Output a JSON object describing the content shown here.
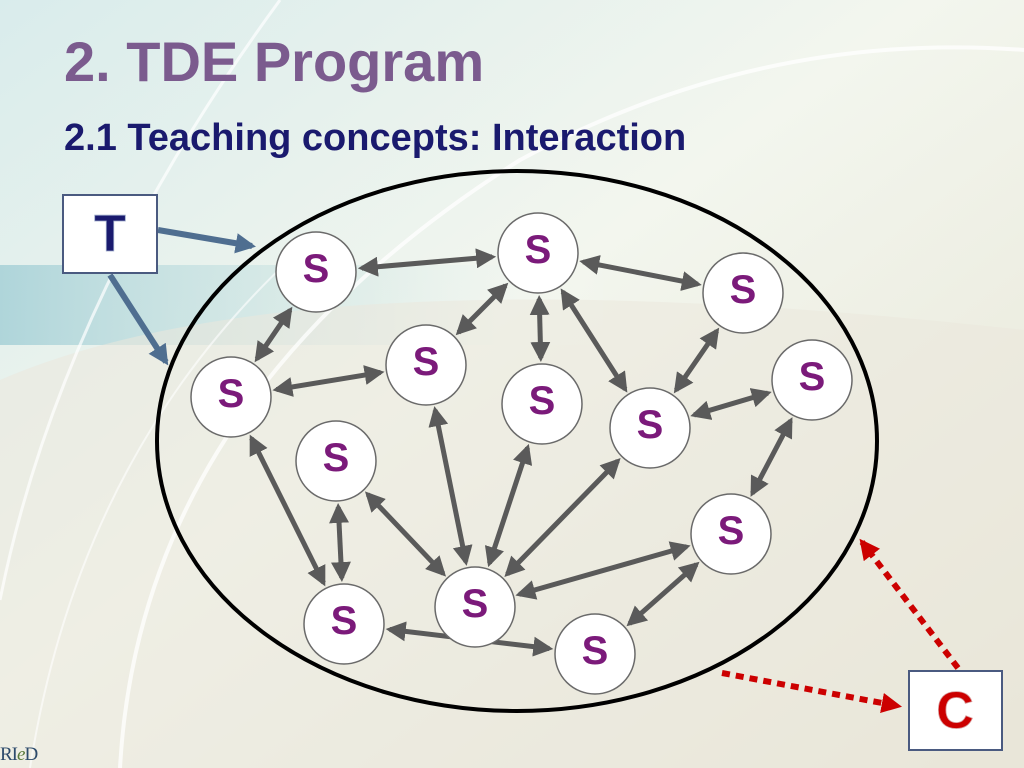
{
  "slide": {
    "title": "2. TDE Program",
    "subtitle": "2.1 Teaching concepts: Interaction",
    "logo": {
      "part1": "RI",
      "part2": "e",
      "part3": "D"
    }
  },
  "teacher": {
    "label": "T"
  },
  "context": {
    "label": "C"
  },
  "student_label": "S",
  "colors": {
    "title": "#7b5b8e",
    "subtitle": "#1a1a6e",
    "student_text": "#7b1a7a",
    "teacher_text": "#1a1a6e",
    "context_text": "#cc0000",
    "arrows": "#5a5a5a",
    "teacher_arrows": "#4f6e90",
    "context_arrows": "#cc0000"
  }
}
